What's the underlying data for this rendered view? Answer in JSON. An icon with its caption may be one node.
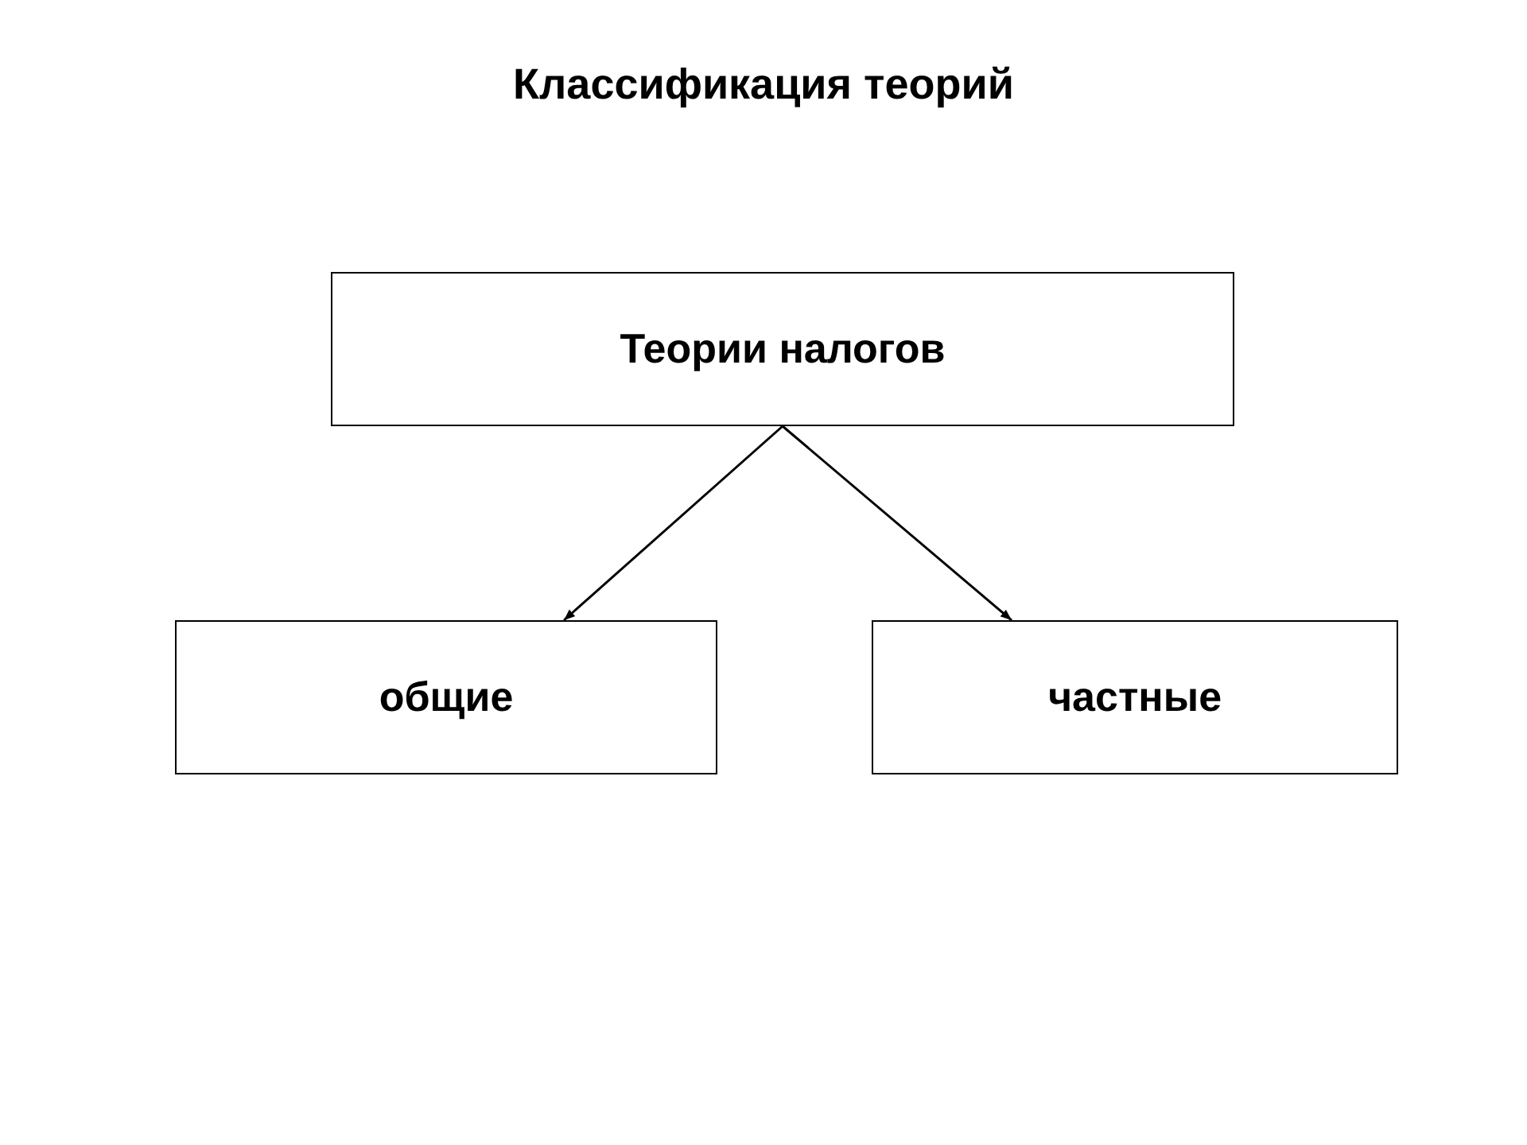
{
  "diagram": {
    "title": "Классификация теорий",
    "nodes": [
      {
        "text": [
          "Теории налогов"
        ]
      },
      {
        "text": [
          "общие"
        ]
      },
      {
        "text": [
          "частные"
        ]
      }
    ],
    "edges": [
      {
        "from": 0,
        "to": 1,
        "arrow": "to"
      },
      {
        "from": 0,
        "to": 2,
        "arrow": "to"
      }
    ]
  }
}
